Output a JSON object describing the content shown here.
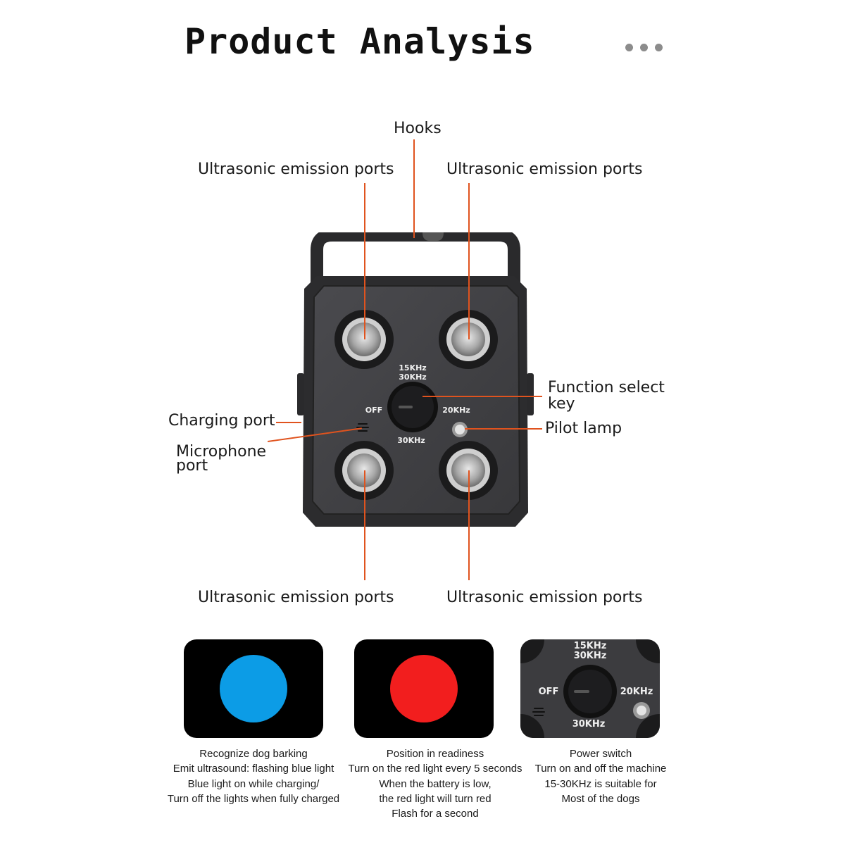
{
  "title": "Product Analysis",
  "labels": {
    "hooks": "Hooks",
    "emission_tl": "Ultrasonic emission ports",
    "emission_tr": "Ultrasonic emission ports",
    "emission_bl": "Ultrasonic emission ports",
    "emission_br": "Ultrasonic emission ports",
    "function_key_1": "Function select",
    "function_key_2": "key",
    "pilot_lamp": "Pilot lamp",
    "charging_port": "Charging port",
    "microphone_1": "Microphone",
    "microphone_2": "port"
  },
  "dial": {
    "top1": "15KHz",
    "top2": "30KHz",
    "left": "OFF",
    "right": "20KHz",
    "bottom": "30KHz"
  },
  "panels": [
    {
      "color": "#0c9ce6",
      "lines": [
        "Recognize dog barking",
        "Emit ultrasound: flashing blue light",
        "Blue light on while charging/",
        "Turn off the lights when fully charged"
      ]
    },
    {
      "color": "#f21e1e",
      "lines": [
        "Position in readiness",
        "Turn on the red light every 5 seconds",
        "When the battery is low,",
        "the red light will turn red",
        "Flash for a second"
      ]
    },
    {
      "lines": [
        "Power switch",
        "Turn on and off the machine",
        "15-30KHz is suitable for",
        "Most of the dogs"
      ]
    }
  ],
  "colors": {
    "accent": "#e0531e",
    "body": "#3b3b3e"
  }
}
